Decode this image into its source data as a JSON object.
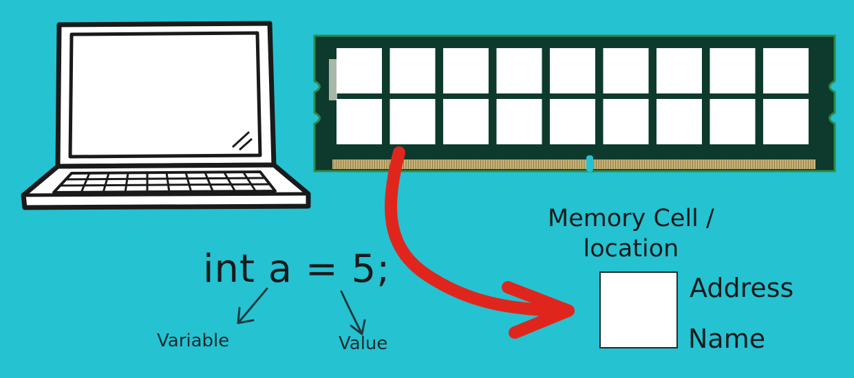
{
  "code": {
    "text": "int a = 5;"
  },
  "annotations": {
    "variable": "Variable",
    "value": "Value"
  },
  "memory_cell": {
    "line1": "Memory Cell /",
    "line2": "location",
    "address": "Address",
    "name": "Name"
  },
  "ram_module": {
    "rows": 2,
    "cells_per_row": 9
  },
  "colors": {
    "background": "#25c2d2",
    "pcb": "#0d3a2c",
    "pcb_border": "#2d8a4a",
    "contacts": "#c9b477",
    "arrow": "#e0261c"
  },
  "icons": [
    "laptop-icon",
    "ram-module-icon",
    "curved-arrow-icon"
  ]
}
